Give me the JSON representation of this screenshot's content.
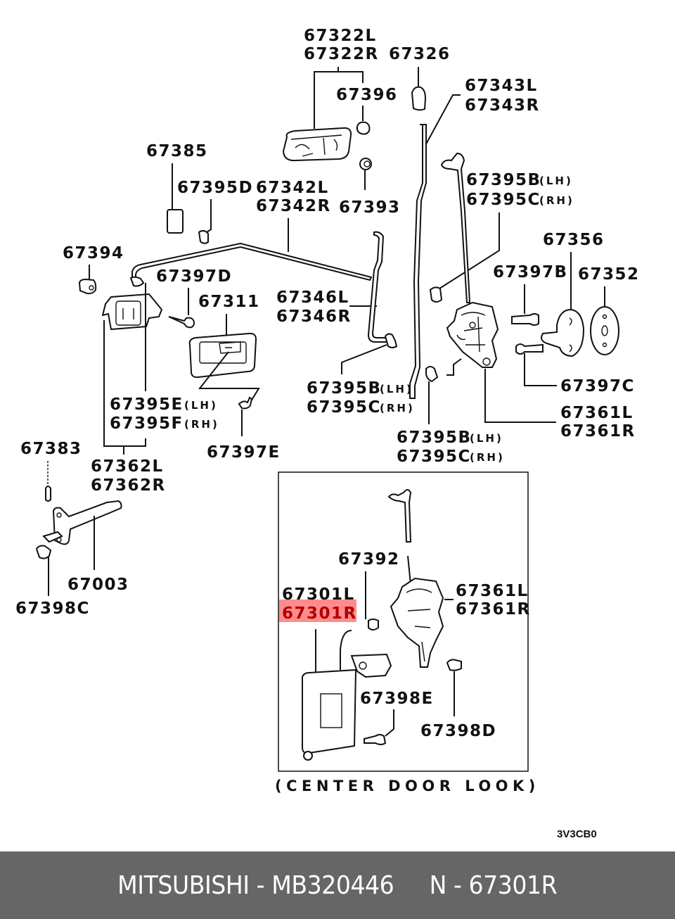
{
  "diagram": {
    "title": "Door lock parts exploded view",
    "accent_highlight_color": "#ff8080",
    "labels": {
      "p67322L": "67322L",
      "p67322R": "67322R",
      "p67326": "67326",
      "p67396": "67396",
      "p67343L": "67343L",
      "p67343R": "67343R",
      "p67385": "67385",
      "p67395D": "67395D",
      "p67342L": "67342L",
      "p67342R": "67342R",
      "p67393": "67393",
      "p67395B_1": "67395B",
      "p67395C_1": "67395C",
      "lh": "(LH)",
      "rh": "(RH)",
      "p67394": "67394",
      "p67397D": "67397D",
      "p67311": "67311",
      "p67346L": "67346L",
      "p67346R": "67346R",
      "p67356": "67356",
      "p67397B": "67397B",
      "p67352": "67352",
      "p67395B_2": "67395B",
      "p67395C_2": "67395C",
      "p67397C": "67397C",
      "p67361L": "67361L",
      "p67361R": "67361R",
      "p67395E": "67395E",
      "p67395F": "67395F",
      "p67395B_3": "67395B",
      "p67395C_3": "67395C",
      "p67397E": "67397E",
      "p67383": "67383",
      "p67362L": "67362L",
      "p67362R": "67362R",
      "p67003": "67003",
      "p67398C": "67398C",
      "p67392": "67392",
      "p67301L": "67301L",
      "p67301R": "67301R",
      "p67361L_b": "67361L",
      "p67361R_b": "67361R",
      "p67398E": "67398E",
      "p67398D": "67398D",
      "inset_caption": "(CENTER DOOR LOOK)",
      "diagram_code": "3V3CB0"
    },
    "highlighted_part": "67301R"
  },
  "footer": {
    "brand": "MITSUBISHI",
    "part_number": "MB320446",
    "ref": "N - 67301R",
    "text": "MITSUBISHI - MB320446     N - 67301R"
  }
}
